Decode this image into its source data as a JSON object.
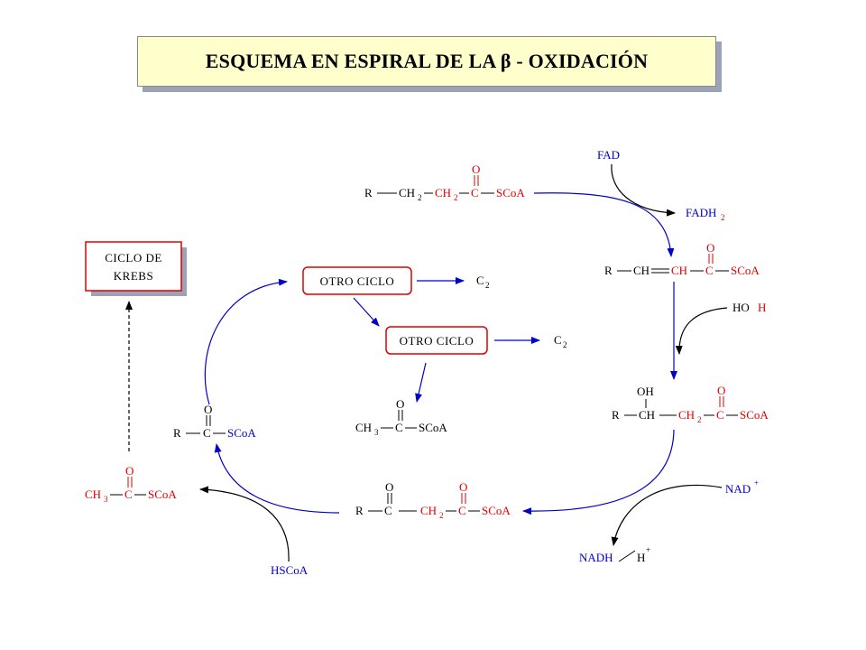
{
  "title": "ESQUEMA EN ESPIRAL DE LA β - OXIDACIÓN",
  "colors": {
    "red": "#e00000",
    "blue": "#0000cc",
    "black": "#000000",
    "title_bg": "#ffffcc"
  },
  "labels": {
    "r": "R",
    "ch": "CH",
    "ch2": "CH",
    "sub2": "2",
    "sub3": "3",
    "c": "C",
    "o": "O",
    "oh": "OH",
    "scoa": "SCoA",
    "ch3": "CH",
    "fad": "FAD",
    "fadh": "FADH",
    "ho": "HO",
    "h": "H",
    "nad": "NAD",
    "plus": "+",
    "nadh": "NADH",
    "hscoa": "HSCoA",
    "otro_ciclo": "OTRO CICLO",
    "c2": "C",
    "ciclo_line1": "CICLO DE",
    "ciclo_line2": "KREBS"
  }
}
